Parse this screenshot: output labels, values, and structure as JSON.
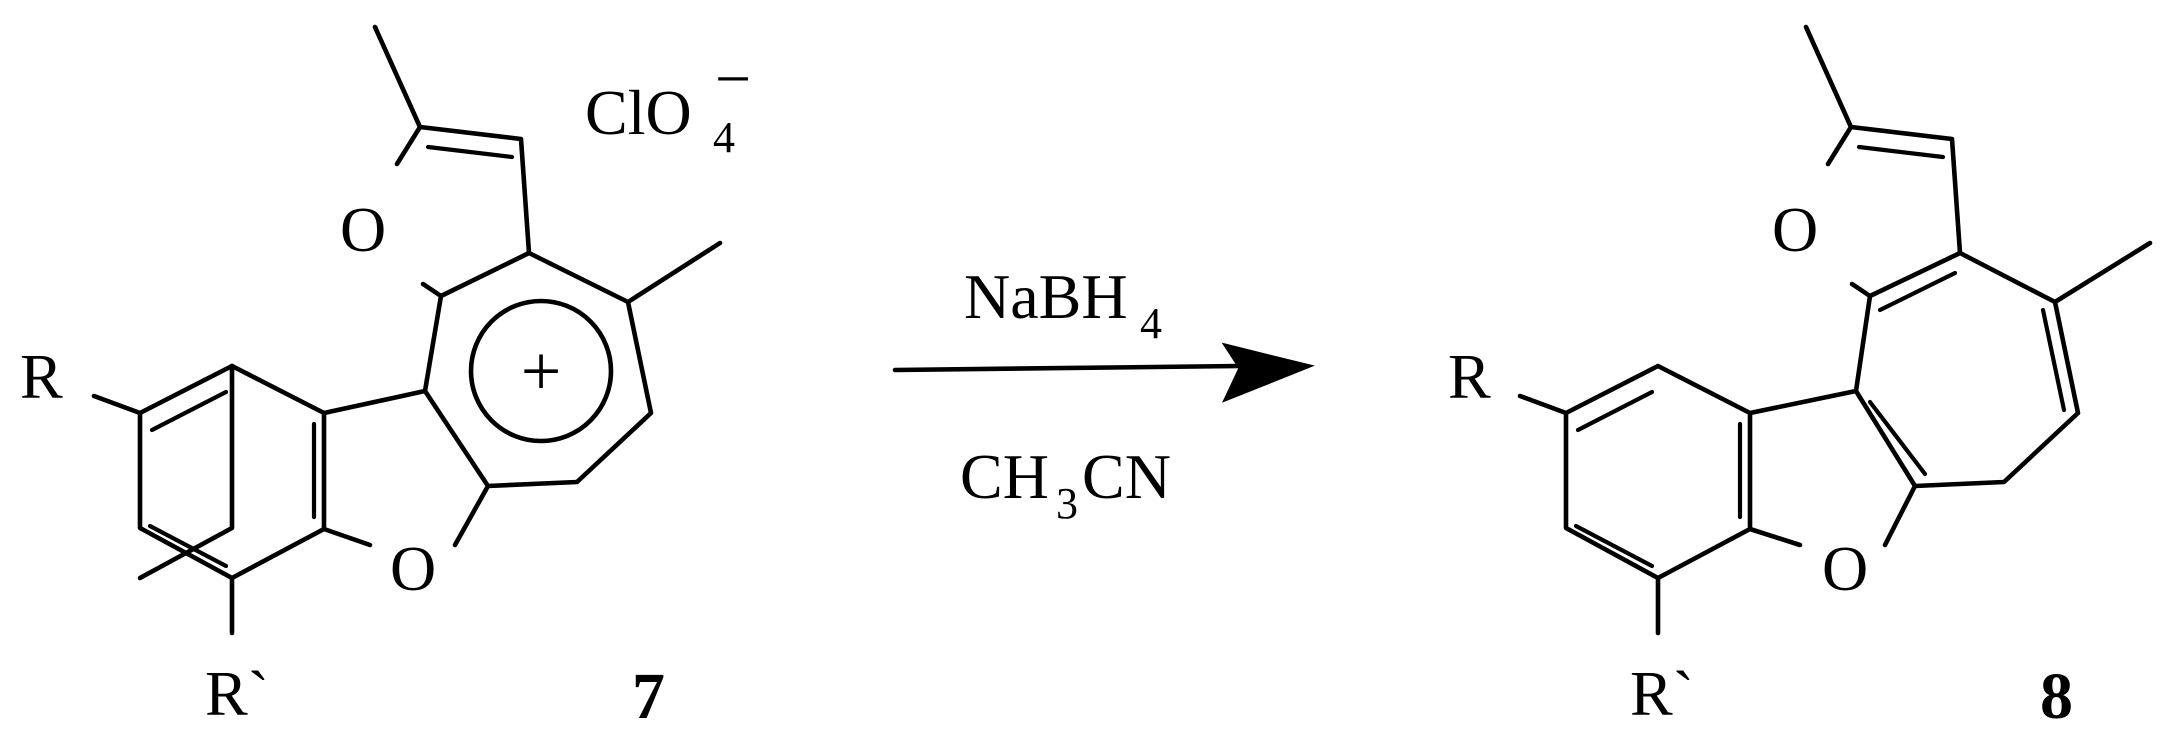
{
  "reactant": {
    "substituent_top": "R",
    "substituent_bottom": "R`",
    "oxygen_furan": "O",
    "oxygen_bridge": "O",
    "counterion": "ClO",
    "counterion_subscript": "4",
    "counterion_charge": "−",
    "ring_charge": "+",
    "compound_number": "7"
  },
  "arrow": {
    "reagent_above": "NaBH",
    "reagent_above_subscript": "4",
    "solvent_below_part1": "CH",
    "solvent_below_subscript": "3",
    "solvent_below_part2": "CN"
  },
  "product": {
    "substituent_top": "R",
    "substituent_bottom": "R`",
    "oxygen_furan": "O",
    "oxygen_bridge": "O",
    "compound_number": "8"
  }
}
